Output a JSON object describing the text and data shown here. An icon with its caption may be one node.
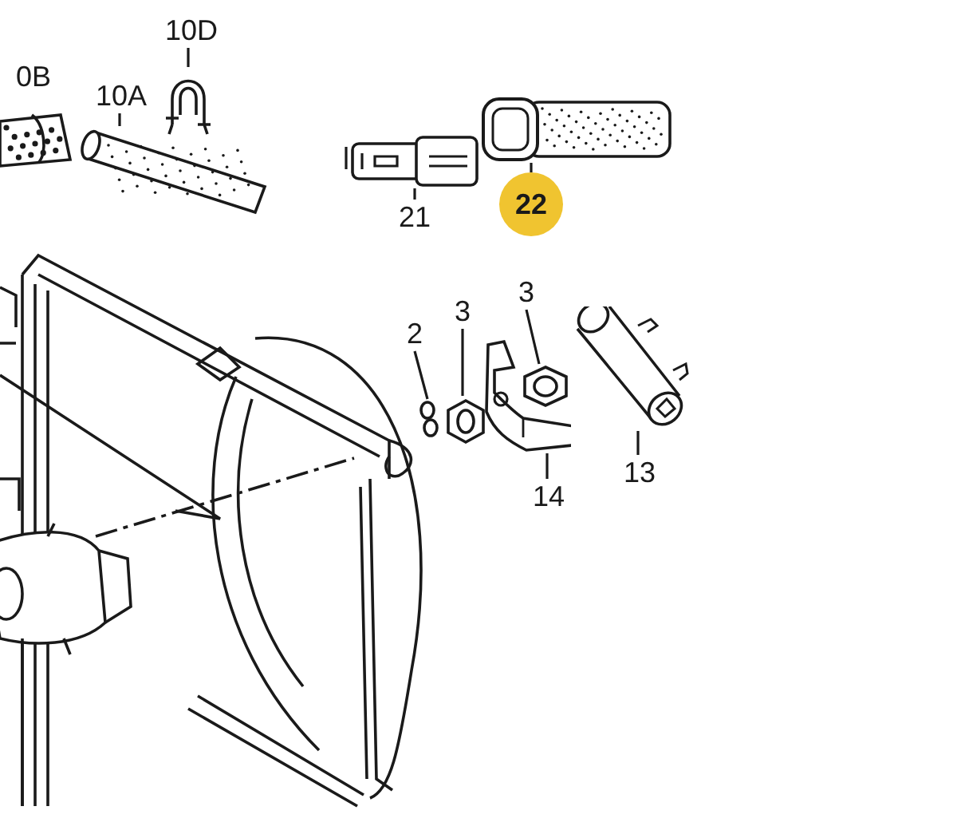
{
  "diagram": {
    "nodes": [
      {
        "text": [
          "10D"
        ]
      },
      {
        "text": [],
        "shape": "picture"
      },
      {
        "text": [
          "10A"
        ]
      },
      {
        "text": [],
        "shape": "picture"
      },
      {
        "text": [
          "21"
        ]
      },
      {
        "text": [],
        "shape": "picture"
      },
      {
        "text": [
          "22"
        ]
      },
      {
        "text": [],
        "shape": "picture"
      },
      {
        "text": [
          "2"
        ]
      },
      {
        "text": [],
        "shape": "picture"
      },
      {
        "text": [
          "3"
        ]
      },
      {
        "text": [],
        "shape": "picture"
      },
      {
        "text": [
          "3"
        ]
      },
      {
        "text": [],
        "shape": "picture"
      },
      {
        "text": [
          "13"
        ]
      },
      {
        "text": [],
        "shape": "picture"
      },
      {
        "text": [
          "14"
        ]
      },
      {
        "text": [],
        "shape": "picture"
      }
    ],
    "edges": [
      {
        "from": 0,
        "to": 1,
        "arrow": "none"
      },
      {
        "from": 2,
        "to": 3,
        "arrow": "none"
      },
      {
        "from": 4,
        "to": 5,
        "arrow": "none"
      },
      {
        "from": 6,
        "to": 7,
        "arrow": "none"
      },
      {
        "from": 8,
        "to": 9,
        "arrow": "none"
      },
      {
        "from": 10,
        "to": 11,
        "arrow": "none"
      },
      {
        "from": 12,
        "to": 13,
        "arrow": "none"
      },
      {
        "from": 14,
        "to": 15,
        "arrow": "none"
      },
      {
        "from": 16,
        "to": 17,
        "arrow": "none"
      }
    ],
    "labels": [
      "0B"
    ]
  }
}
